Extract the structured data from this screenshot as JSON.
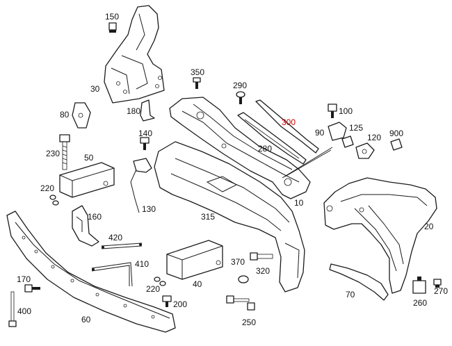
{
  "diagram": {
    "highlight_color": "#d40000",
    "labels": {
      "l150": "150",
      "l30": "30",
      "l350": "350",
      "l290": "290",
      "l300": "300",
      "l100": "100",
      "l80": "80",
      "l180": "180",
      "l90": "90",
      "l125": "125",
      "l120": "120",
      "l900": "900",
      "l140": "140",
      "l280": "280",
      "l230": "230",
      "l50": "50",
      "l220a": "220",
      "l130": "130",
      "l10": "10",
      "l315": "315",
      "l160": "160",
      "l20": "20",
      "l420": "420",
      "l410": "410",
      "l370": "370",
      "l320": "320",
      "l170": "170",
      "l220b": "220",
      "l40": "40",
      "l200": "200",
      "l70": "70",
      "l270": "270",
      "l260": "260",
      "l400": "400",
      "l60": "60",
      "l250": "250"
    }
  }
}
